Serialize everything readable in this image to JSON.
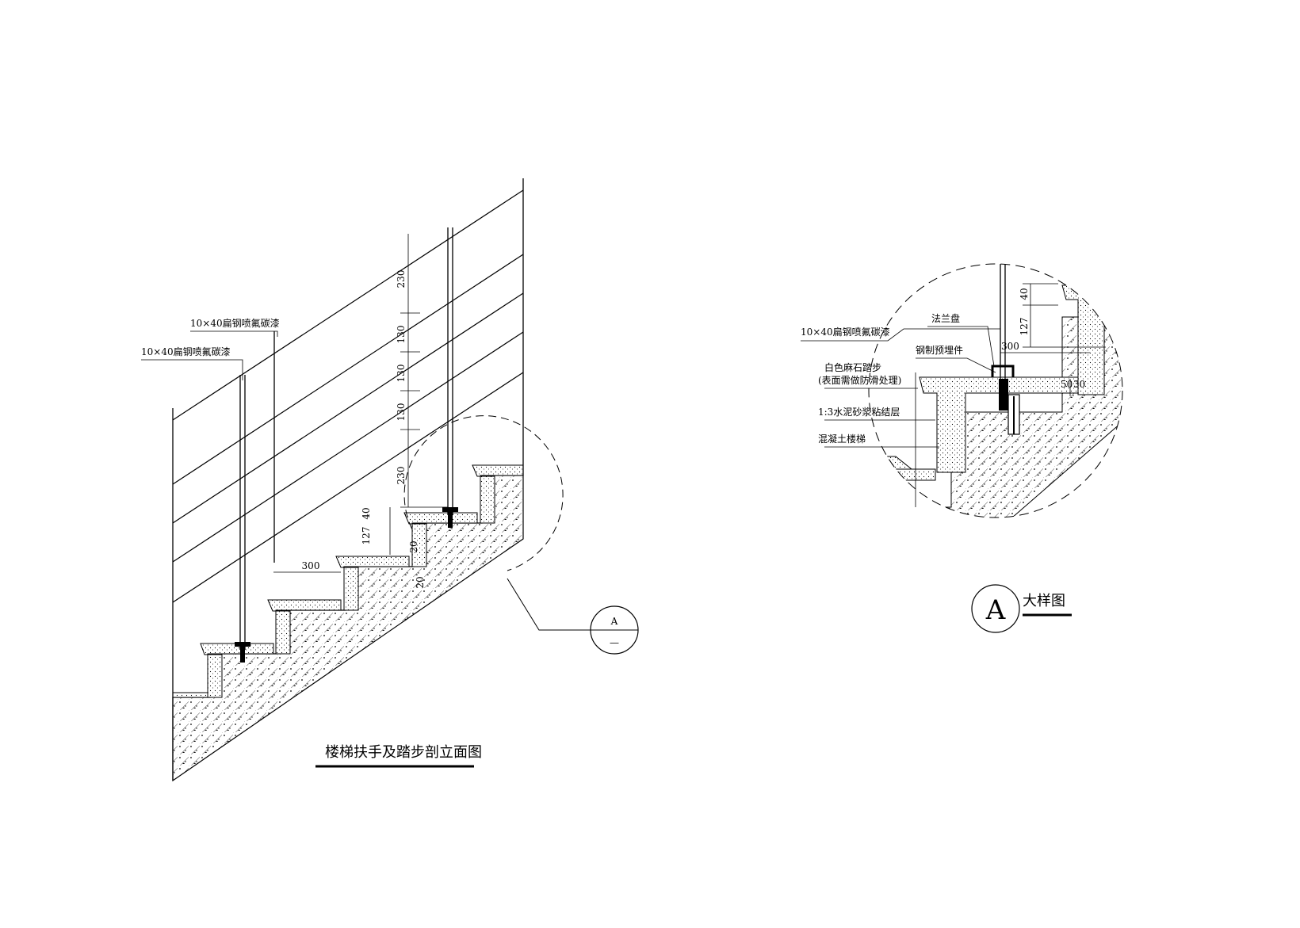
{
  "left_view": {
    "title": "楼梯扶手及踏步剖立面图",
    "callout_top_label": "10×40扁钢喷氟碳漆",
    "callout_bottom_label": "10×40扁钢喷氟碳漆",
    "dims_vertical": [
      "230",
      "130",
      "130",
      "130",
      "230"
    ],
    "dims_small": [
      "127",
      "40",
      "20",
      "20"
    ],
    "dim_tread": "300",
    "section_marker": {
      "top": "A",
      "bottom": "—"
    }
  },
  "detail_view": {
    "title": "大样图",
    "marker_letter": "A",
    "labels": {
      "flat_steel": "10×40扁钢喷氟碳漆",
      "flange": "法兰盘",
      "embed": "钢制预埋件",
      "tread_line1": "白色麻石踏步",
      "tread_line2": "(表面需做防滑处理)",
      "mortar": "1:3水泥砂浆粘结层",
      "concrete": "混凝土楼梯"
    },
    "dims": {
      "d40": "40",
      "d127": "127",
      "d300": "300",
      "d50": "50",
      "d30": "30"
    }
  },
  "colors": {
    "line": "#000000",
    "paper": "#ffffff"
  }
}
